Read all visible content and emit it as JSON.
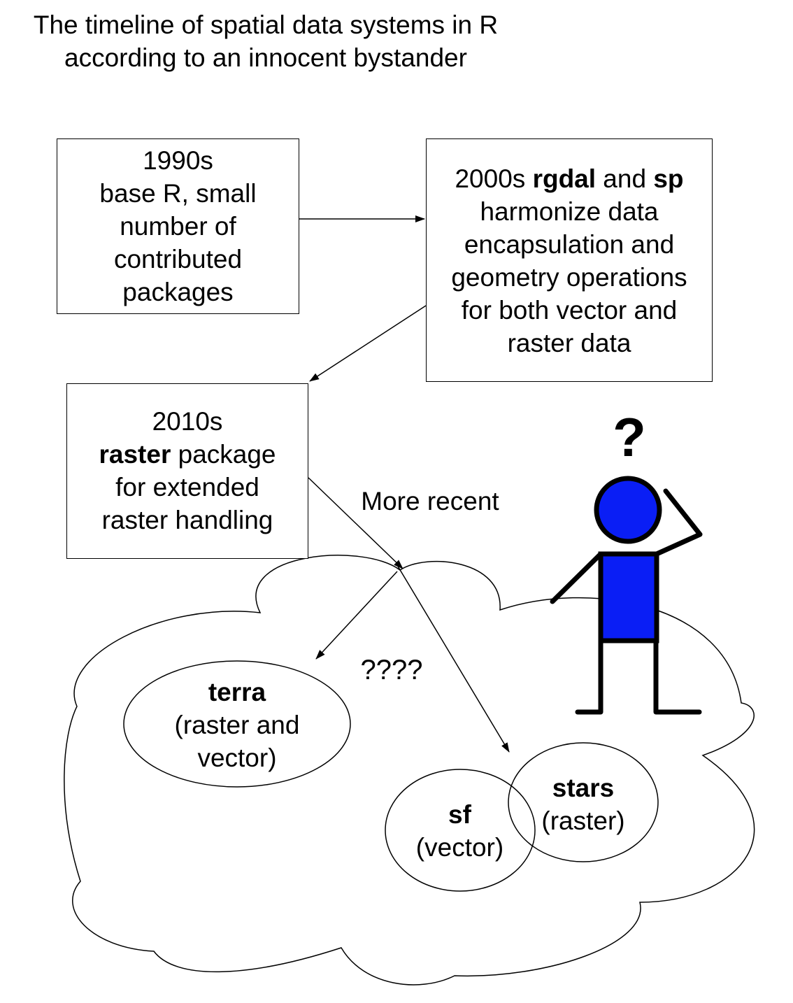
{
  "title": {
    "line1": "The timeline of spatial data systems in R",
    "line2": "according to an innocent bystander"
  },
  "box_1990s": {
    "lines": [
      "1990s",
      "base R, small",
      "number of",
      "contributed",
      "packages"
    ]
  },
  "box_2000s": {
    "line1_pre": "2000s ",
    "line1_bold1": "rgdal",
    "line1_mid": " and ",
    "line1_bold2": "sp",
    "lines": [
      "harmonize data",
      "encapsulation and",
      "geometry operations",
      "for both vector and",
      "raster data"
    ]
  },
  "box_2010s": {
    "line1": "2010s",
    "line2_bold": "raster",
    "line2_rest": " package",
    "lines": [
      "for extended",
      "raster handling"
    ]
  },
  "more_recent_label": "More recent",
  "question_marks_label": "????",
  "bystander_question": "?",
  "terra": {
    "name": "terra",
    "lines": [
      "(raster and",
      "vector)"
    ]
  },
  "sf": {
    "name": "sf",
    "desc": "(vector)"
  },
  "stars": {
    "name": "stars",
    "desc": "(raster)"
  },
  "colors": {
    "figure_fill": "#0a1ef5",
    "stroke": "#000000"
  }
}
